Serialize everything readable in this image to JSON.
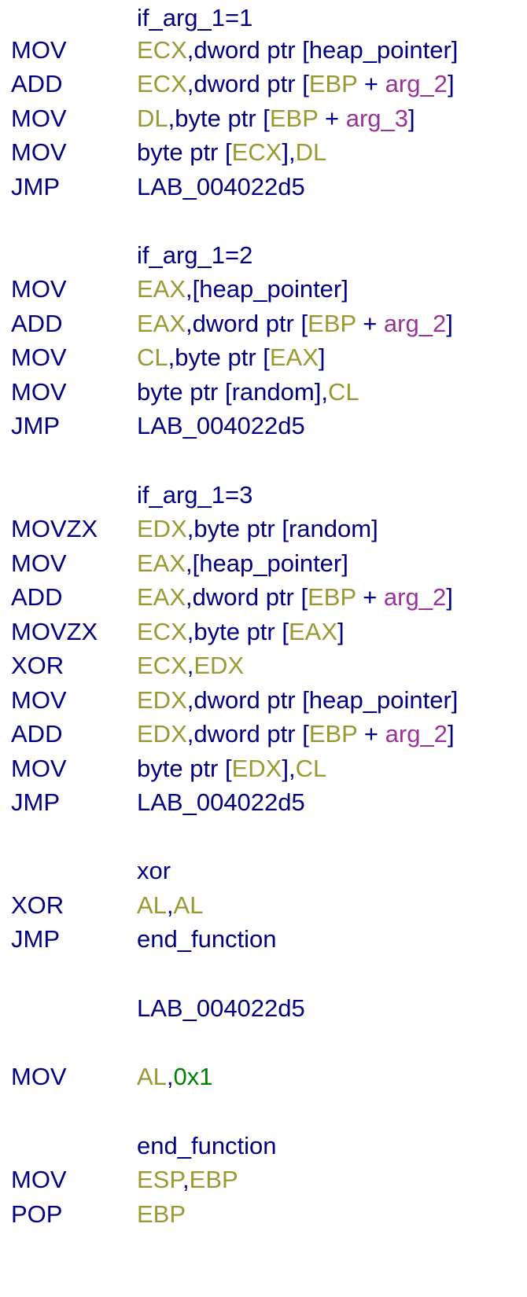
{
  "colors": {
    "mnemonic": "#000080",
    "text": "#000080",
    "register": "#999933",
    "parameter": "#993399",
    "number": "#008000",
    "background": "#ffffff"
  },
  "lines": [
    {
      "kind": "label",
      "text": "if_arg_1=1"
    },
    {
      "kind": "instr",
      "mnemonic": "MOV",
      "operands": [
        {
          "t": "reg",
          "v": "ECX"
        },
        {
          "t": "text",
          "v": ",dword ptr [heap_pointer]"
        }
      ]
    },
    {
      "kind": "instr",
      "mnemonic": "ADD",
      "operands": [
        {
          "t": "reg",
          "v": "ECX"
        },
        {
          "t": "text",
          "v": ",dword ptr ["
        },
        {
          "t": "reg",
          "v": "EBP"
        },
        {
          "t": "text",
          "v": " + "
        },
        {
          "t": "param",
          "v": "arg_2"
        },
        {
          "t": "text",
          "v": "]"
        }
      ]
    },
    {
      "kind": "instr",
      "mnemonic": "MOV",
      "operands": [
        {
          "t": "reg",
          "v": "DL"
        },
        {
          "t": "text",
          "v": ",byte ptr ["
        },
        {
          "t": "reg",
          "v": "EBP"
        },
        {
          "t": "text",
          "v": " + "
        },
        {
          "t": "param",
          "v": "arg_3"
        },
        {
          "t": "text",
          "v": "]"
        }
      ]
    },
    {
      "kind": "instr",
      "mnemonic": "MOV",
      "operands": [
        {
          "t": "text",
          "v": "byte ptr ["
        },
        {
          "t": "reg",
          "v": "ECX"
        },
        {
          "t": "text",
          "v": "],"
        },
        {
          "t": "reg",
          "v": "DL"
        }
      ]
    },
    {
      "kind": "instr",
      "mnemonic": "JMP",
      "operands": [
        {
          "t": "text",
          "v": "LAB_004022d5"
        }
      ]
    },
    {
      "kind": "label",
      "text": "if_arg_1=2"
    },
    {
      "kind": "instr",
      "mnemonic": "MOV",
      "operands": [
        {
          "t": "reg",
          "v": "EAX"
        },
        {
          "t": "text",
          "v": ",[heap_pointer]"
        }
      ]
    },
    {
      "kind": "instr",
      "mnemonic": "ADD",
      "operands": [
        {
          "t": "reg",
          "v": "EAX"
        },
        {
          "t": "text",
          "v": ",dword ptr ["
        },
        {
          "t": "reg",
          "v": "EBP"
        },
        {
          "t": "text",
          "v": " + "
        },
        {
          "t": "param",
          "v": "arg_2"
        },
        {
          "t": "text",
          "v": "]"
        }
      ]
    },
    {
      "kind": "instr",
      "mnemonic": "MOV",
      "operands": [
        {
          "t": "reg",
          "v": "CL"
        },
        {
          "t": "text",
          "v": ",byte ptr ["
        },
        {
          "t": "reg",
          "v": "EAX"
        },
        {
          "t": "text",
          "v": "]"
        }
      ]
    },
    {
      "kind": "instr",
      "mnemonic": "MOV",
      "operands": [
        {
          "t": "text",
          "v": "byte ptr [random],"
        },
        {
          "t": "reg",
          "v": "CL"
        }
      ]
    },
    {
      "kind": "instr",
      "mnemonic": "JMP",
      "operands": [
        {
          "t": "text",
          "v": "LAB_004022d5"
        }
      ]
    },
    {
      "kind": "label",
      "text": "if_arg_1=3"
    },
    {
      "kind": "instr",
      "mnemonic": "MOVZX",
      "operands": [
        {
          "t": "reg",
          "v": "EDX"
        },
        {
          "t": "text",
          "v": ",byte ptr [random]"
        }
      ]
    },
    {
      "kind": "instr",
      "mnemonic": "MOV",
      "operands": [
        {
          "t": "reg",
          "v": "EAX"
        },
        {
          "t": "text",
          "v": ",[heap_pointer]"
        }
      ]
    },
    {
      "kind": "instr",
      "mnemonic": "ADD",
      "operands": [
        {
          "t": "reg",
          "v": "EAX"
        },
        {
          "t": "text",
          "v": ",dword ptr ["
        },
        {
          "t": "reg",
          "v": "EBP"
        },
        {
          "t": "text",
          "v": " + "
        },
        {
          "t": "param",
          "v": "arg_2"
        },
        {
          "t": "text",
          "v": "]"
        }
      ]
    },
    {
      "kind": "instr",
      "mnemonic": "MOVZX",
      "operands": [
        {
          "t": "reg",
          "v": "ECX"
        },
        {
          "t": "text",
          "v": ",byte ptr ["
        },
        {
          "t": "reg",
          "v": "EAX"
        },
        {
          "t": "text",
          "v": "]"
        }
      ]
    },
    {
      "kind": "instr",
      "mnemonic": "XOR",
      "operands": [
        {
          "t": "reg",
          "v": "ECX"
        },
        {
          "t": "text",
          "v": ","
        },
        {
          "t": "reg",
          "v": "EDX"
        }
      ]
    },
    {
      "kind": "instr",
      "mnemonic": "MOV",
      "operands": [
        {
          "t": "reg",
          "v": "EDX"
        },
        {
          "t": "text",
          "v": ",dword ptr [heap_pointer]"
        }
      ]
    },
    {
      "kind": "instr",
      "mnemonic": "ADD",
      "operands": [
        {
          "t": "reg",
          "v": "EDX"
        },
        {
          "t": "text",
          "v": ",dword ptr ["
        },
        {
          "t": "reg",
          "v": "EBP"
        },
        {
          "t": "text",
          "v": " + "
        },
        {
          "t": "param",
          "v": "arg_2"
        },
        {
          "t": "text",
          "v": "]"
        }
      ]
    },
    {
      "kind": "instr",
      "mnemonic": "MOV",
      "operands": [
        {
          "t": "text",
          "v": "byte ptr ["
        },
        {
          "t": "reg",
          "v": "EDX"
        },
        {
          "t": "text",
          "v": "],"
        },
        {
          "t": "reg",
          "v": "CL"
        }
      ]
    },
    {
      "kind": "instr",
      "mnemonic": "JMP",
      "operands": [
        {
          "t": "text",
          "v": "LAB_004022d5"
        }
      ]
    },
    {
      "kind": "label",
      "text": "xor"
    },
    {
      "kind": "instr",
      "mnemonic": "XOR",
      "operands": [
        {
          "t": "reg",
          "v": "AL"
        },
        {
          "t": "text",
          "v": ","
        },
        {
          "t": "reg",
          "v": "AL"
        }
      ]
    },
    {
      "kind": "instr",
      "mnemonic": "JMP",
      "operands": [
        {
          "t": "text",
          "v": "end_function"
        }
      ]
    },
    {
      "kind": "label",
      "text": "LAB_004022d5"
    },
    {
      "kind": "instr",
      "mnemonic": "MOV",
      "operands": [
        {
          "t": "reg",
          "v": "AL"
        },
        {
          "t": "text",
          "v": ","
        },
        {
          "t": "num",
          "v": "0x1"
        }
      ]
    },
    {
      "kind": "label",
      "text": "end_function"
    },
    {
      "kind": "instr",
      "mnemonic": "MOV",
      "operands": [
        {
          "t": "reg",
          "v": "ESP"
        },
        {
          "t": "text",
          "v": ","
        },
        {
          "t": "reg",
          "v": "EBP"
        }
      ]
    },
    {
      "kind": "instr",
      "mnemonic": "POP",
      "operands": [
        {
          "t": "reg",
          "v": "EBP"
        }
      ]
    }
  ]
}
